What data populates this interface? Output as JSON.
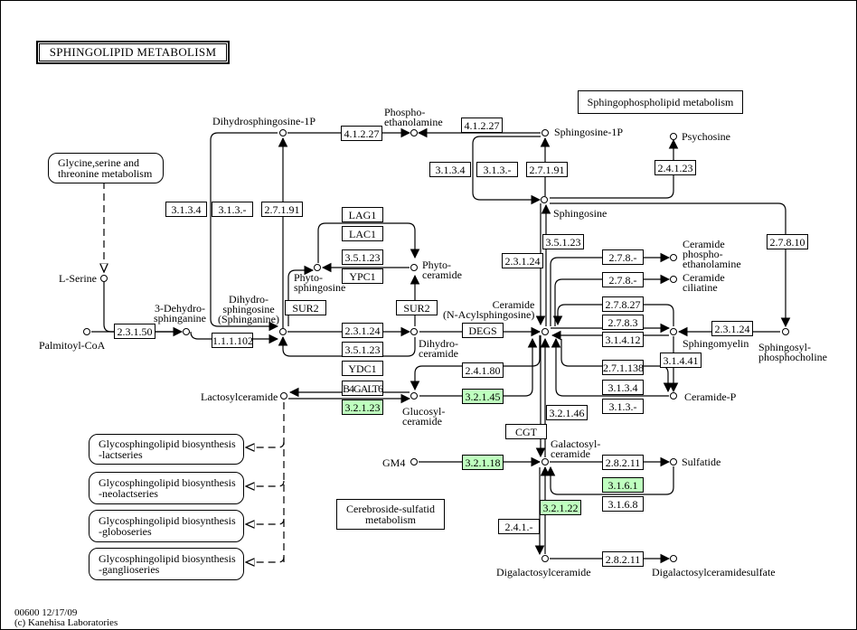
{
  "title": "SPHINGOLIPID METABOLISM",
  "colors": {
    "highlight": "#bfffbf",
    "line": "#000000",
    "background": "#ffffff"
  },
  "maps": {
    "glycine": [
      "Glycine,serine and",
      "threonine metabolism"
    ],
    "sphingophospho": "Sphingophospholipid metabolism",
    "cerebroside": [
      "Cerebroside-sulfatid",
      "metabolism"
    ],
    "gsl_lact": [
      "Glycosphingolipid biosynthesis",
      "-lactseries"
    ],
    "gsl_neolact": [
      "Glycosphingolipid biosynthesis",
      "-neolactseries"
    ],
    "gsl_globo": [
      "Glycosphingolipid biosynthesis",
      "-globoseries"
    ],
    "gsl_ganglio": [
      "Glycosphingolipid biosynthesis",
      "-ganglioseries"
    ]
  },
  "compounds": {
    "palmitoyl_coa": "Palmitoyl-CoA",
    "l_serine": "L-Serine",
    "dehydrosphinganine": [
      "3-Dehydro-",
      "sphinganine"
    ],
    "sphinganine": [
      "Dihydro-",
      "sphingosine",
      "(Sphinganine)"
    ],
    "dihydrosphingosine_1p": "Dihydrosphingosine-1P",
    "phosphoethanolamine": [
      "Phospho-",
      "ethanolamine"
    ],
    "sphingosine_1p": "Sphingosine-1P",
    "psychosine": "Psychosine",
    "sphingosine": "Sphingosine",
    "phytosphingosine": [
      "Phyto-",
      "sphingosine"
    ],
    "phytoceramide": [
      "Phyto-",
      "ceramide"
    ],
    "dihydroceramide": [
      "Dihydro-",
      "ceramide"
    ],
    "ceramide": [
      "Ceramide",
      "(N-Acylsphingosine)"
    ],
    "ceramide_pe": [
      "Ceramide",
      "phospho-",
      "ethanolamine"
    ],
    "ceramide_ciliatine": [
      "Ceramide",
      "ciliatine"
    ],
    "sphingomyelin": "Sphingomyelin",
    "sphingosylphosphocholine": [
      "Sphingosyl-",
      "phosphocholine"
    ],
    "ceramide_p": "Ceramide-P",
    "lactosylceramide": "Lactosylceramide",
    "glucosylceramide": [
      "Glucosyl-",
      "ceramide"
    ],
    "gm4": "GM4",
    "galactosylceramide": [
      "Galactosyl-",
      "ceramide"
    ],
    "sulfatide": "Sulfatide",
    "digalactosylceramide": "Digalactosylceramide",
    "digalactosylceramidesulfate": "Digalactosylceramidesulfate"
  },
  "enzymes": {
    "e_2_3_1_50": "2.3.1.50",
    "e_1_1_1_102": "1.1.1.102",
    "e_3_1_3_4_a": "3.1.3.4",
    "e_3_1_3_a": "3.1.3.-",
    "e_2_7_1_91_a": "2.7.1.91",
    "e_4_1_2_27_a": "4.1.2.27",
    "e_4_1_2_27_b": "4.1.2.27",
    "e_3_1_3_4_b": "3.1.3.4",
    "e_3_1_3_b": "3.1.3.-",
    "e_2_7_1_91_b": "2.7.1.91",
    "e_2_4_1_23": "2.4.1.23",
    "lag1": "LAG1",
    "lac1": "LAC1",
    "e_3_5_1_23_a": "3.5.1.23",
    "ypc1": "YPC1",
    "sur2_a": "SUR2",
    "sur2_b": "SUR2",
    "e_2_3_1_24_a": "2.3.1.24",
    "e_3_5_1_23_b": "3.5.1.23",
    "ydc1": "YDC1",
    "degs": "DEGS",
    "e_3_5_1_23_c": "3.5.1.23",
    "e_2_3_1_24_b": "2.3.1.24",
    "e_2_7_8_a": "2.7.8.-",
    "e_2_7_8_b": "2.7.8.-",
    "e_2_7_8_27": "2.7.8.27",
    "e_2_7_8_3": "2.7.8.3",
    "e_3_1_4_12": "3.1.4.12",
    "e_2_3_1_24_c": "2.3.1.24",
    "e_2_7_8_10": "2.7.8.10",
    "e_3_1_4_41": "3.1.4.41",
    "e_2_7_1_138": "2.7.1.138",
    "e_3_1_3_4_c": "3.1.3.4",
    "e_3_1_3_c": "3.1.3.-",
    "e_2_4_1_80": "2.4.1.80",
    "b4galt6": "B4GALT6",
    "e_3_2_1_23": "3.2.1.23",
    "e_3_2_1_45": "3.2.1.45",
    "e_3_2_1_46": "3.2.1.46",
    "cgt": "CGT",
    "e_3_2_1_18": "3.2.1.18",
    "e_2_8_2_11_a": "2.8.2.11",
    "e_3_1_6_1": "3.1.6.1",
    "e_3_1_6_8": "3.1.6.8",
    "e_3_2_1_22": "3.2.1.22",
    "e_2_4_1": "2.4.1.-",
    "e_2_8_2_11_b": "2.8.2.11"
  },
  "footer": {
    "line1": "00600 12/17/09",
    "line2": "(c) Kanehisa Laboratories"
  }
}
